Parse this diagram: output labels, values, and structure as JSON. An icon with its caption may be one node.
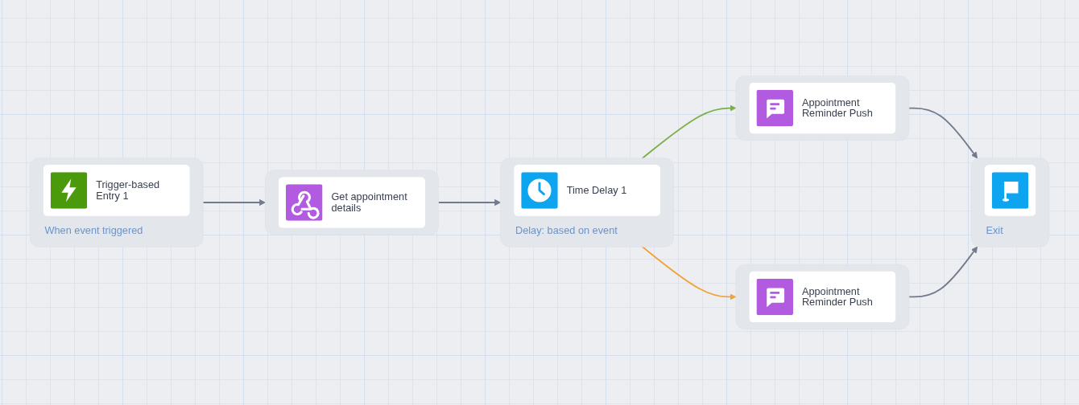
{
  "diagram": {
    "nodes": [
      {
        "text": [
          "Trigger-based Entry 1",
          "When event triggered"
        ]
      },
      {
        "text": [
          "Get appointment details"
        ]
      },
      {
        "text": [
          "Time Delay 1",
          "Delay: based on event"
        ]
      },
      {
        "text": [
          "Appointment Reminder Push"
        ]
      },
      {
        "text": [
          "Appointment Reminder Push"
        ]
      },
      {
        "text": [
          "Exit"
        ]
      }
    ],
    "edges": [
      {
        "from": 0,
        "to": 1,
        "arrow": "to"
      },
      {
        "from": 1,
        "to": 2,
        "arrow": "to"
      },
      {
        "from": 2,
        "to": 3,
        "arrow": "to",
        "color": "#78b042"
      },
      {
        "from": 2,
        "to": 4,
        "arrow": "to",
        "color": "#f0a23c"
      },
      {
        "from": 3,
        "to": 5,
        "arrow": "to"
      },
      {
        "from": 4,
        "to": 5,
        "arrow": "to"
      }
    ]
  }
}
